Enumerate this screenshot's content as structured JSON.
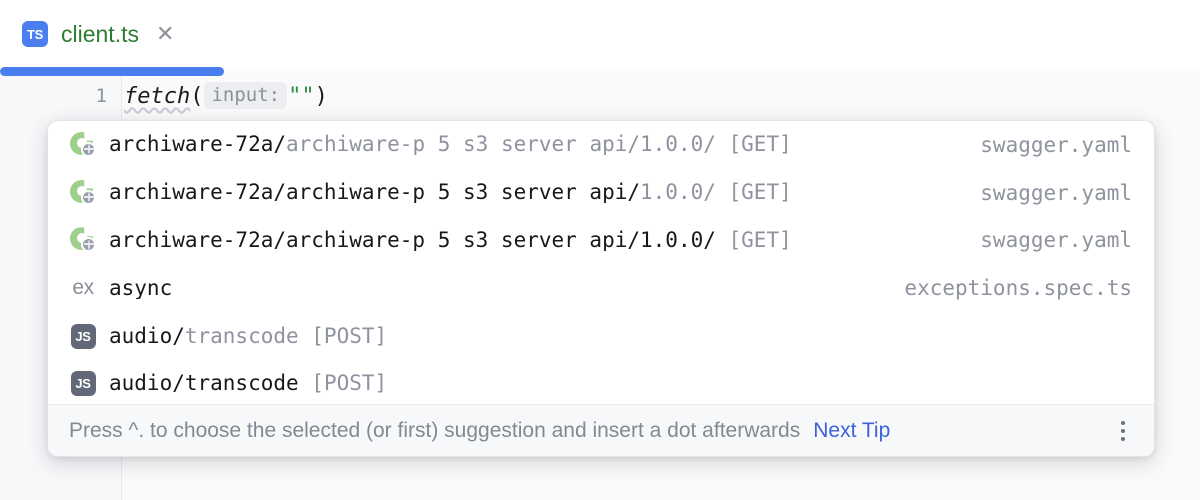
{
  "tab": {
    "icon": "ts-file-icon",
    "icon_label": "TS",
    "title": "client.ts",
    "close_glyph": "✕"
  },
  "editor": {
    "line_number": "1",
    "code": {
      "function_name": "fetch",
      "open_paren": "(",
      "param_hint": "input:",
      "string_literal": "\"\"",
      "close_paren": ")"
    }
  },
  "completion_popup": {
    "rows": [
      {
        "icon": "module-globe-icon",
        "icon_type": "module",
        "text_dark": "archiware-72a/",
        "text_grey": "archiware-p_5_s3_server_api/1.0.0/ [GET]",
        "right": "swagger.yaml"
      },
      {
        "icon": "module-globe-icon",
        "icon_type": "module",
        "text_dark": "archiware-72a/archiware-p_5_s3_server_api/",
        "text_grey": "1.0.0/ [GET]",
        "right": "swagger.yaml"
      },
      {
        "icon": "module-globe-icon",
        "icon_type": "module",
        "text_dark": "archiware-72a/archiware-p_5_s3_server_api/1.0.0/",
        "text_grey": " [GET]",
        "right": "swagger.yaml"
      },
      {
        "icon": "ex-icon",
        "icon_type": "ex",
        "icon_label": "ex",
        "text_dark": "async",
        "text_grey": "",
        "right": "exceptions.spec.ts"
      },
      {
        "icon": "js-file-icon",
        "icon_type": "js",
        "icon_label": "JS",
        "text_dark": "audio/",
        "text_grey": "transcode [POST]",
        "right": ""
      },
      {
        "icon": "js-file-icon",
        "icon_type": "js",
        "icon_label": "JS",
        "text_dark": "audio/transcode",
        "text_grey": " [POST]",
        "right": ""
      }
    ],
    "tip": {
      "text": "Press ^. to choose the selected (or first) suggestion and insert a dot afterwards",
      "link": "Next Tip",
      "menu_icon": "more-options-icon"
    }
  },
  "colors": {
    "tab_title": "#2e7d32",
    "ts_badge": "#4b7ef0",
    "active_tab_underline": "#4a7ef0",
    "js_badge": "#636878",
    "module_icon_green": "#9ed08d",
    "grey_text": "#8f939e",
    "dark_text": "#17181c",
    "link_blue": "#3b62d6",
    "string_green": "#2e8b3d"
  }
}
